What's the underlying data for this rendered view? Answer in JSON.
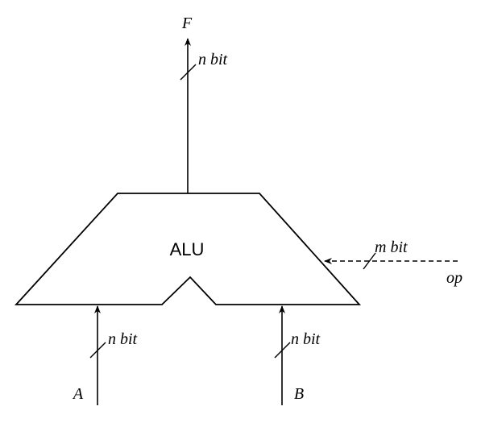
{
  "alu": {
    "label": "ALU"
  },
  "output": {
    "name": "F",
    "width_label": "n bit"
  },
  "input_a": {
    "name": "A",
    "width_label": "n bit"
  },
  "input_b": {
    "name": "B",
    "width_label": "n bit"
  },
  "op": {
    "name": "op",
    "width_label": "m bit"
  }
}
